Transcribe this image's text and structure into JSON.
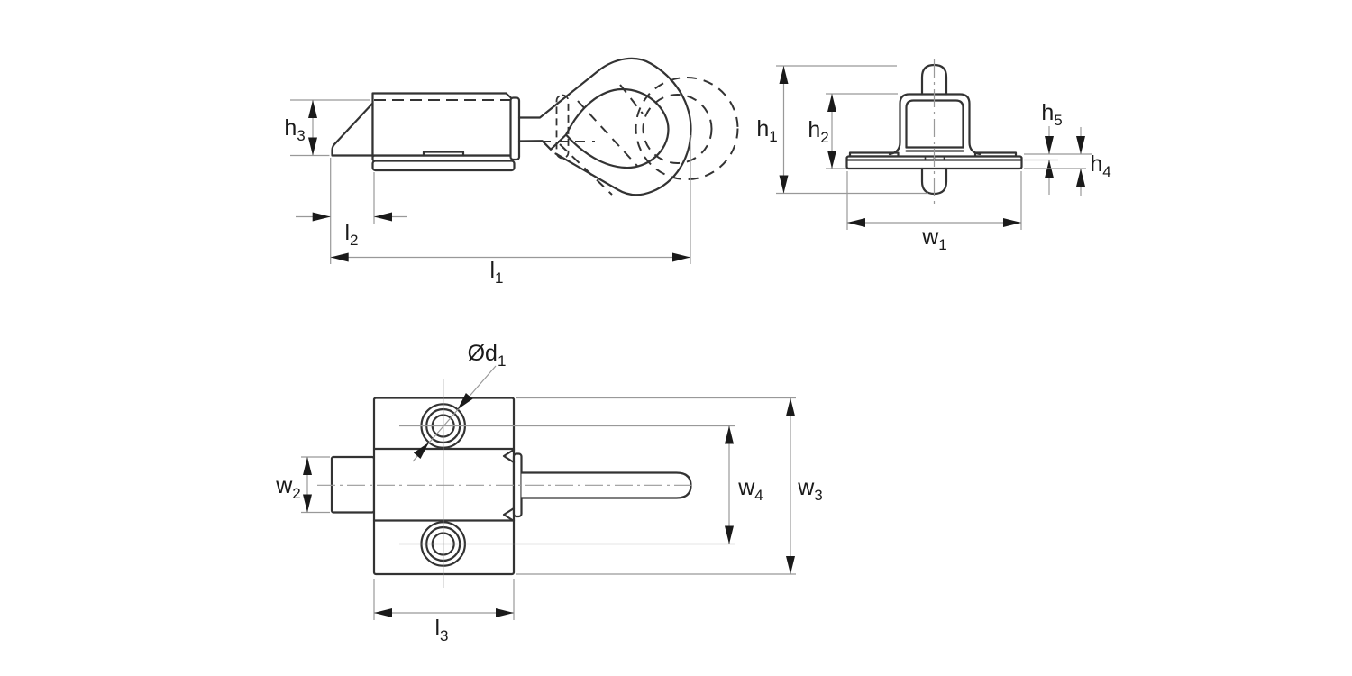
{
  "style": {
    "background": "#ffffff",
    "outline_color": "#333333",
    "thin_line_color": "#999999",
    "text_color": "#1a1a1a"
  },
  "dims": {
    "h1": {
      "base": "h",
      "sub": "1"
    },
    "h2": {
      "base": "h",
      "sub": "2"
    },
    "h3": {
      "base": "h",
      "sub": "3"
    },
    "h4": {
      "base": "h",
      "sub": "4"
    },
    "h5": {
      "base": "h",
      "sub": "5"
    },
    "w1": {
      "base": "w",
      "sub": "1"
    },
    "w2": {
      "base": "w",
      "sub": "2"
    },
    "w3": {
      "base": "w",
      "sub": "3"
    },
    "w4": {
      "base": "w",
      "sub": "4"
    },
    "l1": {
      "base": "l",
      "sub": "1"
    },
    "l2": {
      "base": "l",
      "sub": "2"
    },
    "l3": {
      "base": "l",
      "sub": "3"
    },
    "d1": {
      "base": "Ød",
      "sub": "1"
    }
  }
}
